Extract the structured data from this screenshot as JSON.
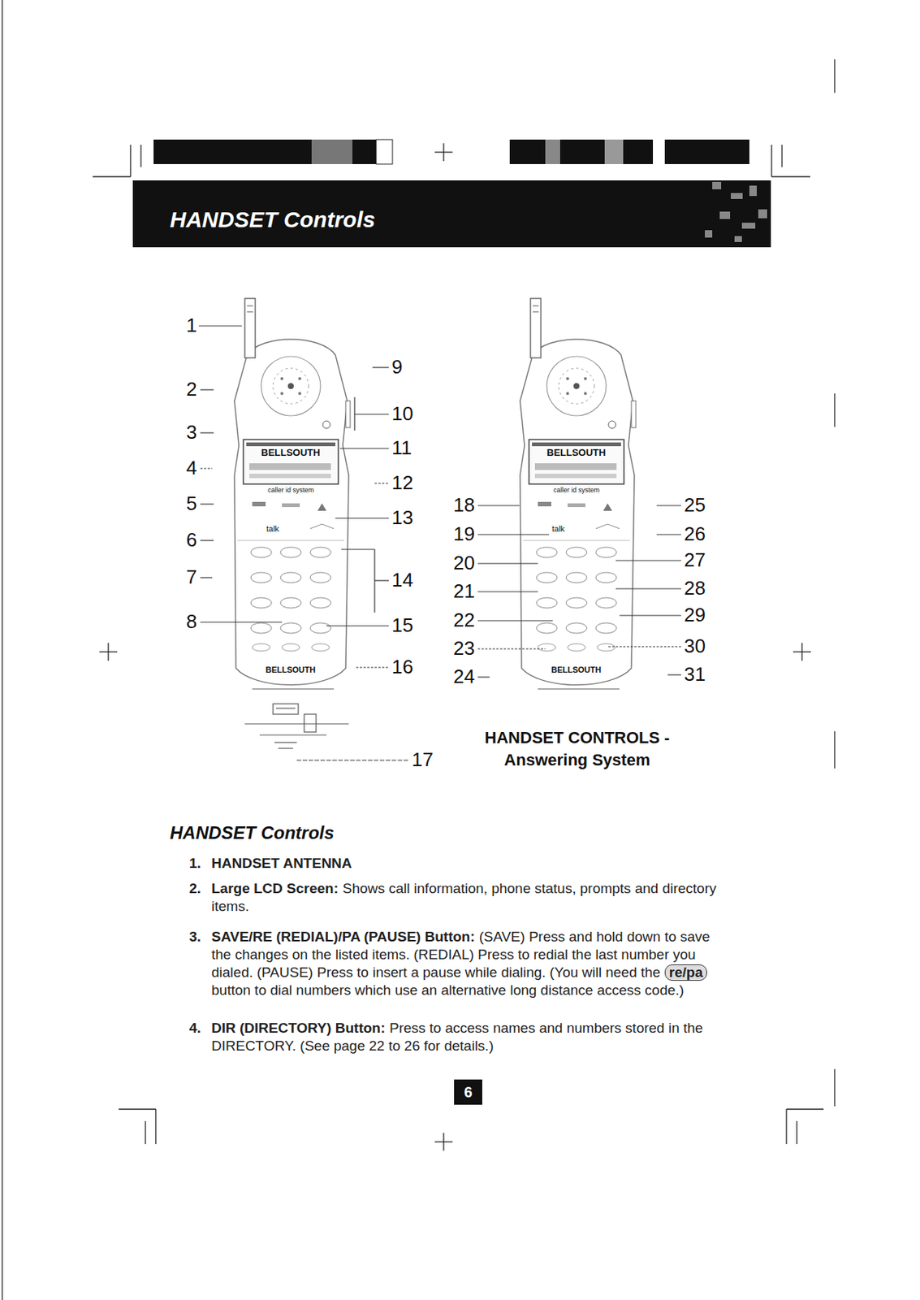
{
  "diagram": {
    "title": "HANDSET Controls",
    "caption": "HANDSET CONTROLS - Answering System",
    "nodes": [
      {
        "text": [
          "6"
        ]
      }
    ],
    "labels": [
      "1",
      "2",
      "3",
      "4",
      "5",
      "6",
      "7",
      "8",
      "9",
      "10",
      "11",
      "12",
      "13",
      "14",
      "15",
      "16",
      "17",
      "18",
      "19",
      "20",
      "21",
      "22",
      "23",
      "24",
      "25",
      "26",
      "27",
      "28",
      "29",
      "30",
      "31",
      "BELLSOUTH",
      "caller id system",
      "talk",
      "BELLSOUTH",
      "BELLSOUTH",
      "caller id system",
      "talk",
      "BELLSOUTH",
      "HANDSET Controls",
      "1.",
      "HANDSET ANTENNA",
      "2.",
      "Large LCD Screen:",
      "Shows call information, phone status, prompts and directory items.",
      "3.",
      "SAVE/RE (REDIAL)/PA (PAUSE) Button:",
      "(SAVE) Press and hold down to save the changes on the listed items. (REDIAL) Press to redial the last number you dialed. (PAUSE) Press to insert a pause while dialing. (You will need the",
      "re/pa",
      "button to dial numbers which use an alternative long distance access code.)",
      "4.",
      "DIR (DIRECTORY) Button:",
      "Press to access names and numbers stored in the DIRECTORY. (See page 22 to 26 for details.)"
    ]
  }
}
